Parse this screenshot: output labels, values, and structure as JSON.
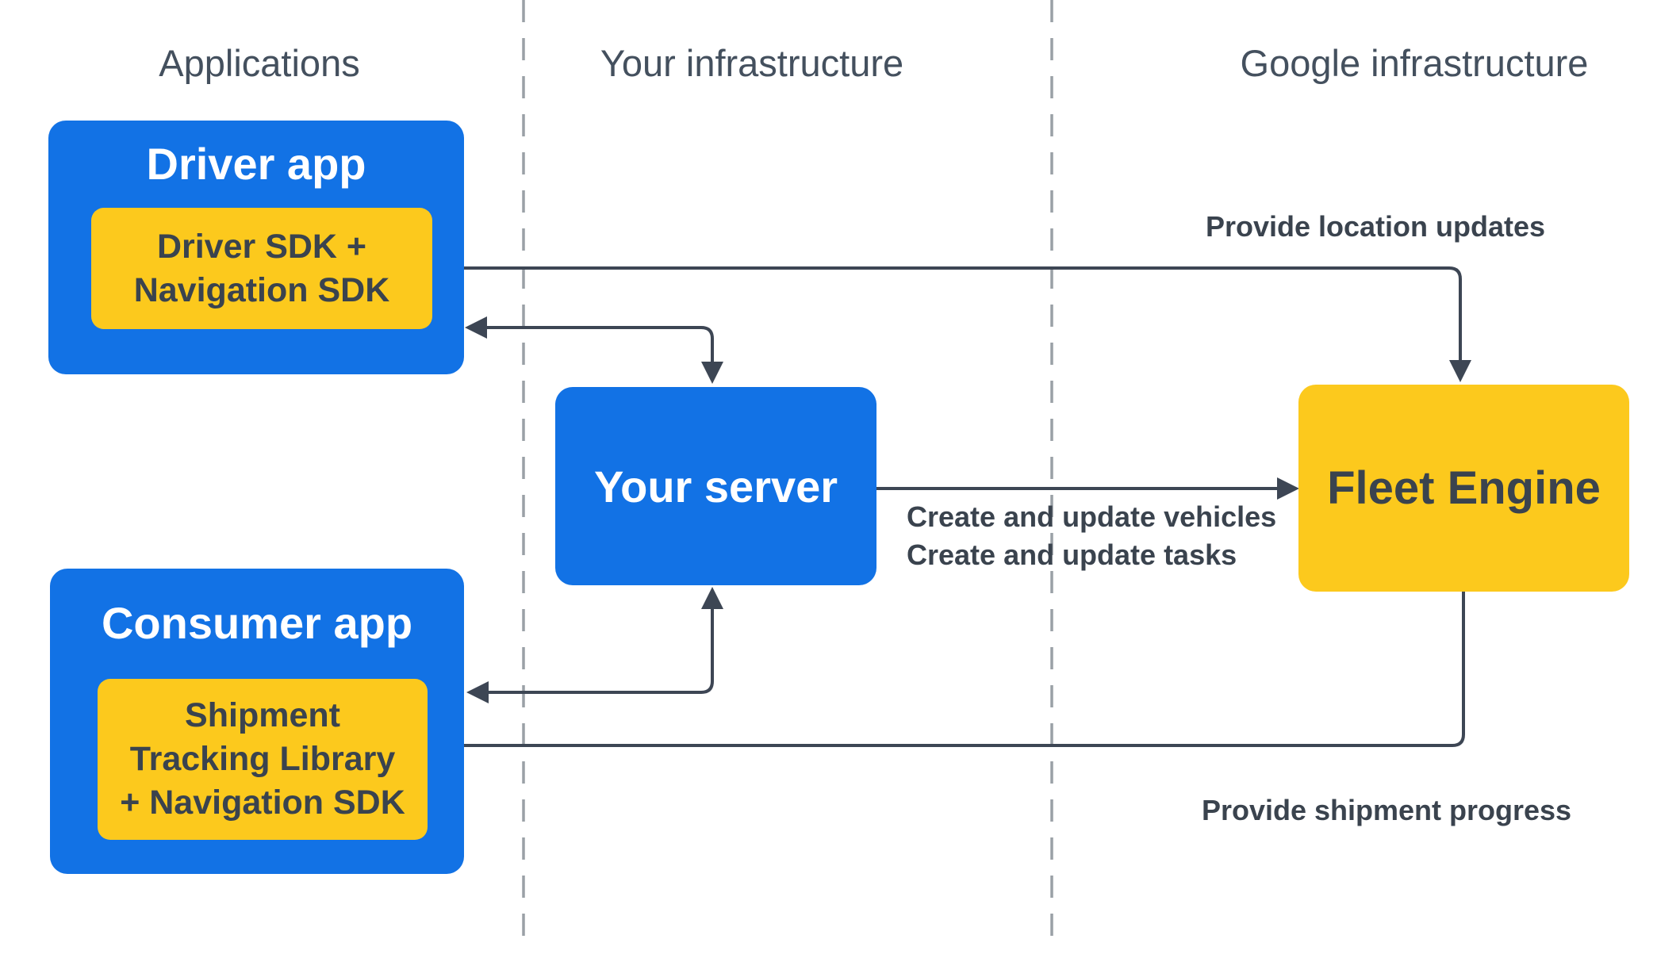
{
  "diagram": {
    "columns": [
      {
        "label": "Applications"
      },
      {
        "label": "Your infrastructure"
      },
      {
        "label": "Google infrastructure"
      }
    ],
    "nodes": {
      "driver_app": {
        "title": "Driver app",
        "sdk_line1": "Driver SDK +",
        "sdk_line2": "Navigation SDK"
      },
      "your_server": {
        "title": "Your server"
      },
      "consumer_app": {
        "title": "Consumer app",
        "lib_line1": "Shipment",
        "lib_line2": "Tracking Library",
        "lib_line3": "+ Navigation SDK"
      },
      "fleet_engine": {
        "title": "Fleet Engine"
      }
    },
    "edges": {
      "location_updates": {
        "label": "Provide location updates"
      },
      "create_update": {
        "line1": "Create and update vehicles",
        "line2": "Create and update tasks"
      },
      "shipment_progress": {
        "label": "Provide shipment progress"
      }
    },
    "colors": {
      "blue": "#1272e5",
      "yellow": "#fcc91d",
      "connector": "#3d4654",
      "dashed": "#9aa0a6",
      "text_dark": "#3a434e",
      "text_light": "#ffffff",
      "header_text": "#44505e"
    }
  }
}
